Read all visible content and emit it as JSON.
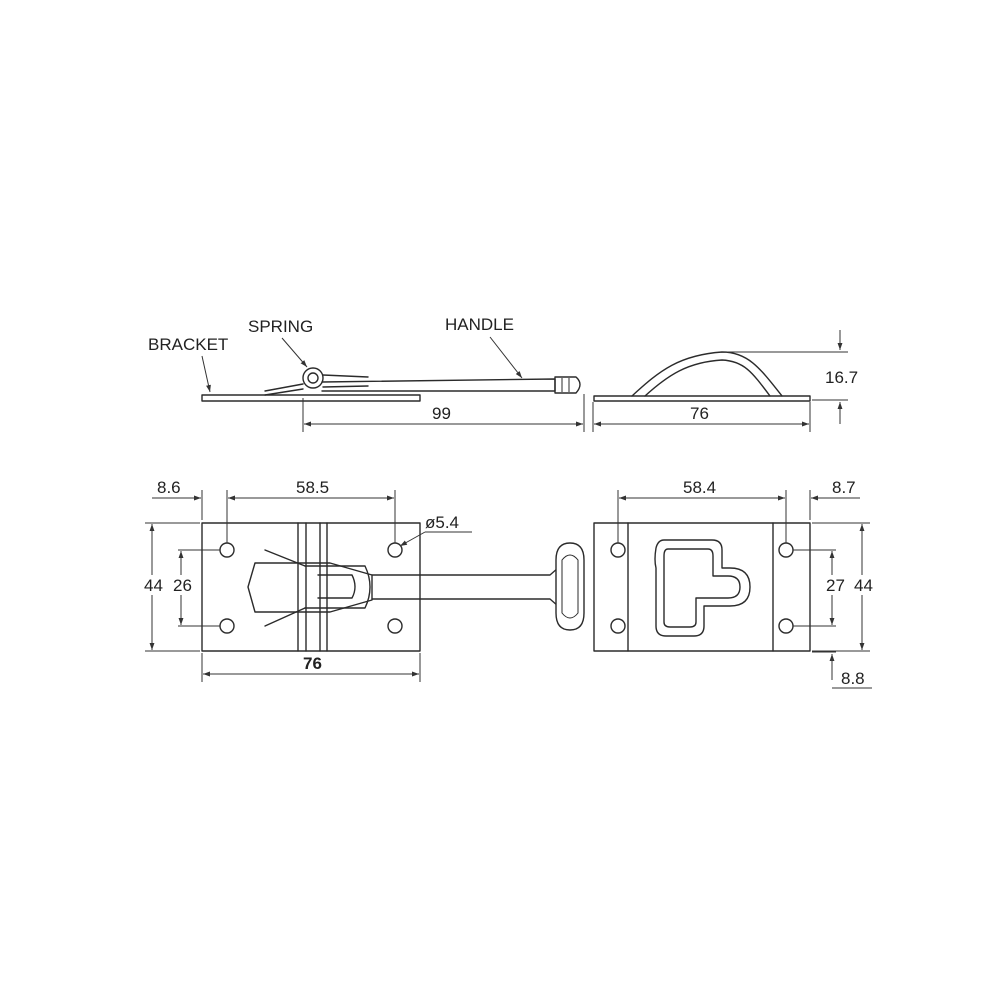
{
  "labels": {
    "bracket": "BRACKET",
    "spring": "SPRING",
    "handle": "HANDLE"
  },
  "dimensions": {
    "side_length": "99",
    "side_keeper_width": "76",
    "keeper_height": "16.7",
    "hole_offset_left": "8.6",
    "hole_spacing_top": "58.5",
    "hole_diameter": "ø5.4",
    "bracket_height": "44",
    "hole_spacing_vertical": "26",
    "bracket_width": "76",
    "keeper_hole_spacing": "58.4",
    "keeper_hole_offset": "8.7",
    "keeper_hole_vertical": "27",
    "keeper_height_plan": "44",
    "keeper_edge_offset": "8.8"
  }
}
